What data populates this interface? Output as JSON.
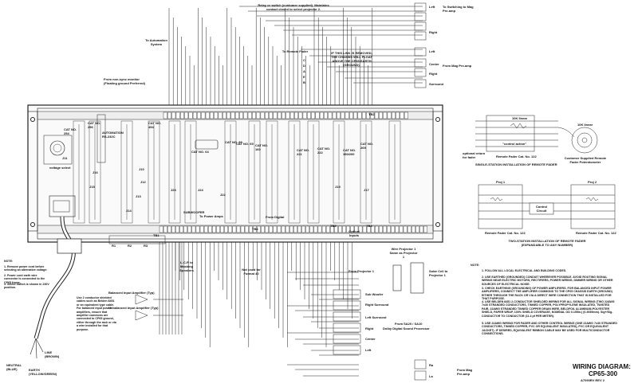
{
  "title": {
    "line1": "WIRING DIAGRAM:",
    "line2": "CP65-300",
    "doc_no": "A7090RV  REV 2"
  },
  "top_labels": {
    "relay": "Relay or switch (customer supplied). Maintains contact closed to select projector 2.",
    "to_automation": "To Automation System",
    "from_mono": "From non-sync monitor (Floating ground Preferred)",
    "to_remote_fader": "To Remote Fader",
    "link_note": "IF THIS LINK IS REMOVED, THE CHASSIS WILL FLOAT ABOVE THE CP65 EARTH (GROUND).",
    "fader_letters": [
      "C",
      "D",
      "A",
      "E",
      "B"
    ]
  },
  "right_outputs": [
    {
      "label": "Left",
      "sub": "To Switching to Mag Pre-amp"
    },
    {
      "label": "Right",
      "sub": ""
    },
    {
      "label": "Left",
      "sub": ""
    },
    {
      "label": "Center",
      "sub": "From Mag Pre-amp"
    },
    {
      "label": "Right",
      "sub": ""
    },
    {
      "label": "Surround",
      "sub": ""
    }
  ],
  "chassis": {
    "tb2": "TB2",
    "tb1": "TB1",
    "tb4": "TB4",
    "tb3": "TB3",
    "tb5": "TB5",
    "cards": [
      "CAT NO. 254",
      "CAT NO. 256",
      "AUTOMATION RS-232C",
      "CAT NO. 454",
      "CAT NO. 64",
      "CAT NO. 89",
      "CAT NO. 69",
      "CAT NO. 160",
      "CAT NO. 221",
      "CAT NO. 222",
      "CAT NO. 150/200",
      "CAT NO. 269"
    ],
    "jacks": [
      "J11",
      "J16",
      "J15",
      "J10",
      "J12",
      "J13",
      "J14",
      "J23",
      "J24",
      "J22",
      "J19",
      "J17"
    ],
    "voltage_select": "voltage select",
    "subwoofer": "SUBWOOFER",
    "to_power_amps": "To Power Amps",
    "front_digital": "From Digital",
    "optical_inputs": "Optical Inputs",
    "r_labels": [
      "R1",
      "R2",
      "R3"
    ]
  },
  "mid_labels": {
    "lcr": "L-C-R to Masking Speakers",
    "balanced": "Balanced Input Amplifier (Typ)",
    "unbalanced": "Unbalanced Input Amplifier (Typ)",
    "not_used": "Not used for Format 40",
    "wire_proj": "Wire Projector 1 Same as Projector 1",
    "from_proj1": "From Projector 1",
    "solar": "Solar Cell to Projector 1"
  },
  "lower_outputs": [
    "Sub Woofer",
    "Right Surround",
    "Left Surround",
    "Right",
    "Center",
    "Left"
  ],
  "dolby": {
    "line1": "From SA20 / SA10",
    "line2": "Dolby Digital Sound Processor"
  },
  "bottom_outputs": [
    {
      "label": "Ra",
      "sub": "From Mag Pre-amp"
    },
    {
      "label": "La",
      "sub": ""
    }
  ],
  "notes_left": {
    "heading": "NOTE:",
    "items": [
      "1. Remove power cord before selecting an alternative voltage.",
      "2. Power cord earth wire connector is connected to the CP65 frame.",
      "3. Select switch is shown in 230V position."
    ],
    "unbalanced": "Use 2 conductor shielded cables such as Belden 8451 or an equivalent type cable. For balanced input power amplifiers, ensure that amplifier commons are connected to CP65 ground, either through the rack or via a wire installed for that purpose."
  },
  "cord_labels": {
    "line": "LINE (BROWN)",
    "neutral": "NEUTRAL (BLUE)",
    "earth": "EARTH (YELLOW/GREEN)"
  },
  "fader_single": {
    "caption": "SINGLE-STATION INSTALLATION OF REMOTE FADER",
    "cat": "Remote Fader Cat. No. 122",
    "linear": "10K linear",
    "control": "\"control action\"",
    "optional": "optional return for fader",
    "customer": "Customer Supplied Remote Fader Potentiometer",
    "linear2": "10K linear"
  },
  "fader_two": {
    "caption": "TWO-STATION INSTALLATION OF REMOTE FADER (EXPANDABLE TO ANY NUMBER)",
    "proj1": "Proj 1",
    "proj2": "Proj 2",
    "circuit": "Control Circuit",
    "cat1": "Remote Fader Cat. No. 122",
    "cat2": "Remote Fader Cat. No. 122"
  },
  "notes_right": {
    "heading": "NOTE:",
    "items": [
      "1. FOLLOW ALL LOCAL ELECTRICAL AND BUILDING CODES.",
      "2. USE EARTHED (GROUNDED) CONDUIT WHEREVER POSSIBLE. AVOID ROUTING SIGNAL WIRING NEAR ELECTRIC MOTORS, RECTIFIERS, POWER WIRING, DIMMER WIRING OR OTHER SOURCES OF ELECTRICAL NOISE.",
      "3. CHECK EARTHING (GROUNDING) OF POWER AMPLIFIERS. FOR BALANCED INPUT POWER AMPLIFIERS, CONNECT THE AMPLIFIER COMMONS TO THE CP65 CHASSIS EARTH (GROUND) EITHER THROUGH THE RACK OR VIA A DIRECT WIRE CONNECTION THAT IS INSTALLED FOR THAT PURPOSE.",
      "4. USE BELDEN 8451 2-CONDUCTOR SHIELDED WIRING FOR ALL SIGNAL WIRING (TWO 22AWG 7x30 STRANDED CONDUCTORS, TINNED COPPER, POLYPROPYLENE INSULATED, TWISTED PAIR, 22AWG STRANDED TINNED COPPER DRAIN WIRE, BELDFOIL ALUMINUM-POLYESTER SHIELD, PAPER WRAP, 100% SHIELD COVERAGE, NOMINAL OD 0.155in.) (0.3939mm). Sig+/Sig- CONDUCTOR TO CONDUCTOR (11.4 pf PER METER).",
      "5. USE 22AWG WIRING FOR FADER AND OTHER CONTROL WIRING (ONE 22AWG 7x30 STRANDED CONDUCTORS, TINNED COPPER, PVC OR EQUIVALENT INSULATED), PVC OR EQUIVALENT JACKET). IF DESIRED, EQUIVALENT RIBBON CABLE MAY BE USED FOR MULTICONDUCTOR CONNECTIONS."
    ]
  }
}
